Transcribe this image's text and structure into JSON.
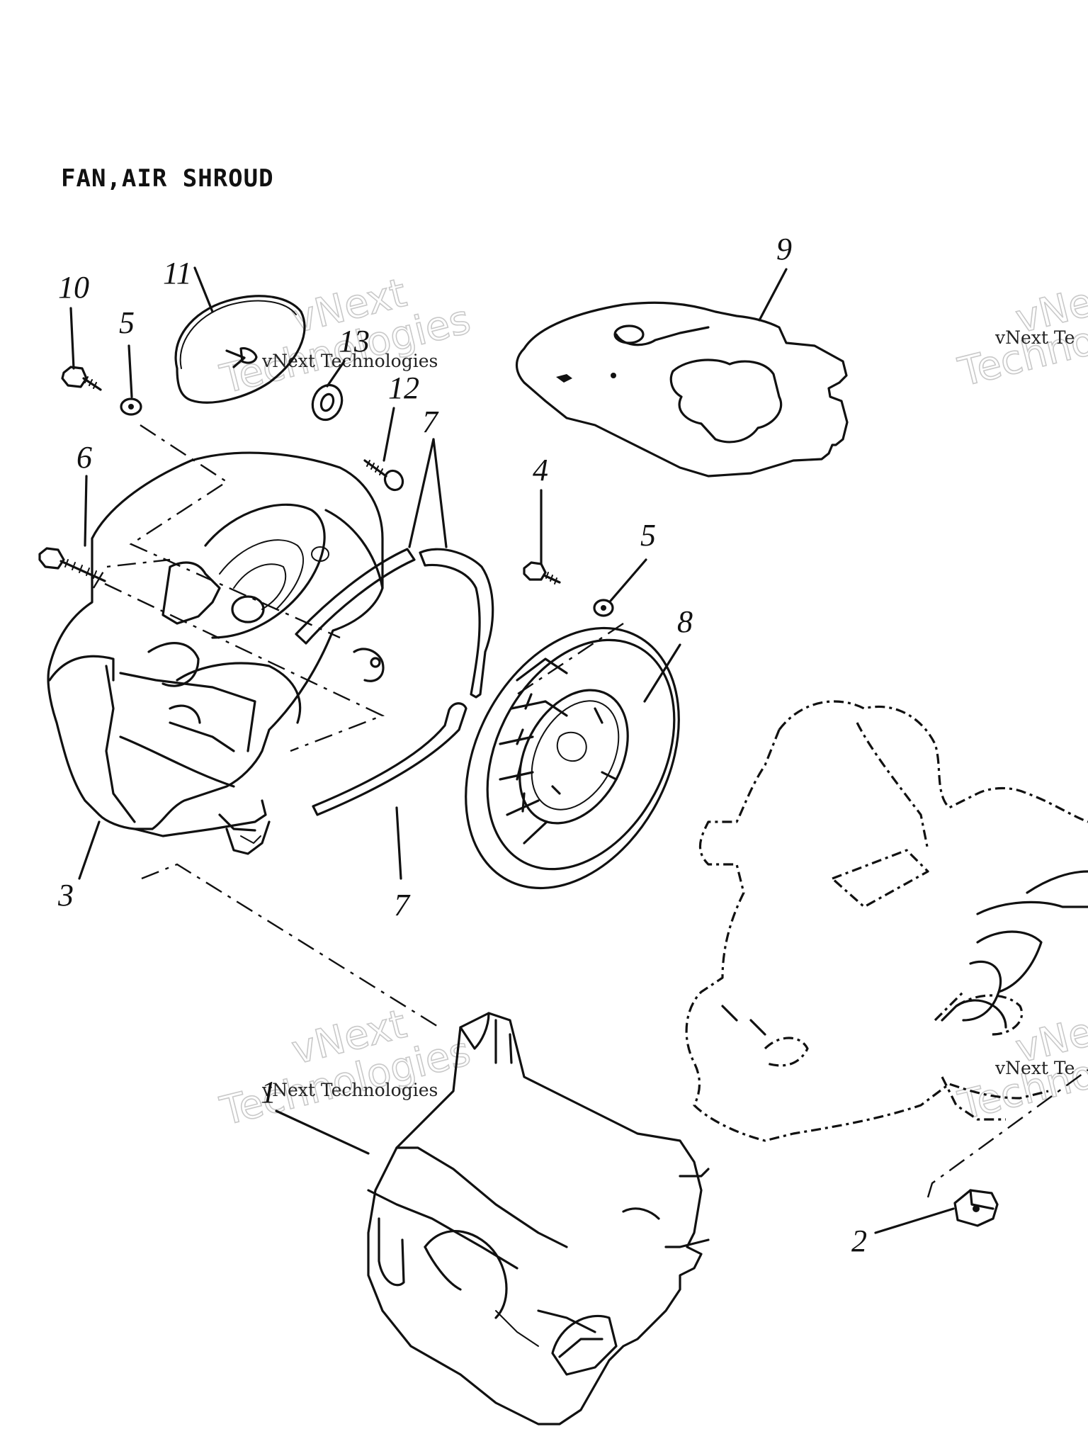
{
  "title": "FAN,AIR SHROUD",
  "callouts": {
    "c1": "1",
    "c2": "2",
    "c3": "3",
    "c4": "4",
    "c5a": "5",
    "c5b": "5",
    "c6": "6",
    "c7a": "7",
    "c7b": "7",
    "c8": "8",
    "c9": "9",
    "c10": "10",
    "c11": "11",
    "c12": "12",
    "c13": "13"
  },
  "watermark": {
    "small": "vNext Technologies",
    "line1": "vNext",
    "line2": "Technologies",
    "edge_small": "vNext Te",
    "edge_big1": "vNe",
    "edge_big2": "Techno"
  }
}
